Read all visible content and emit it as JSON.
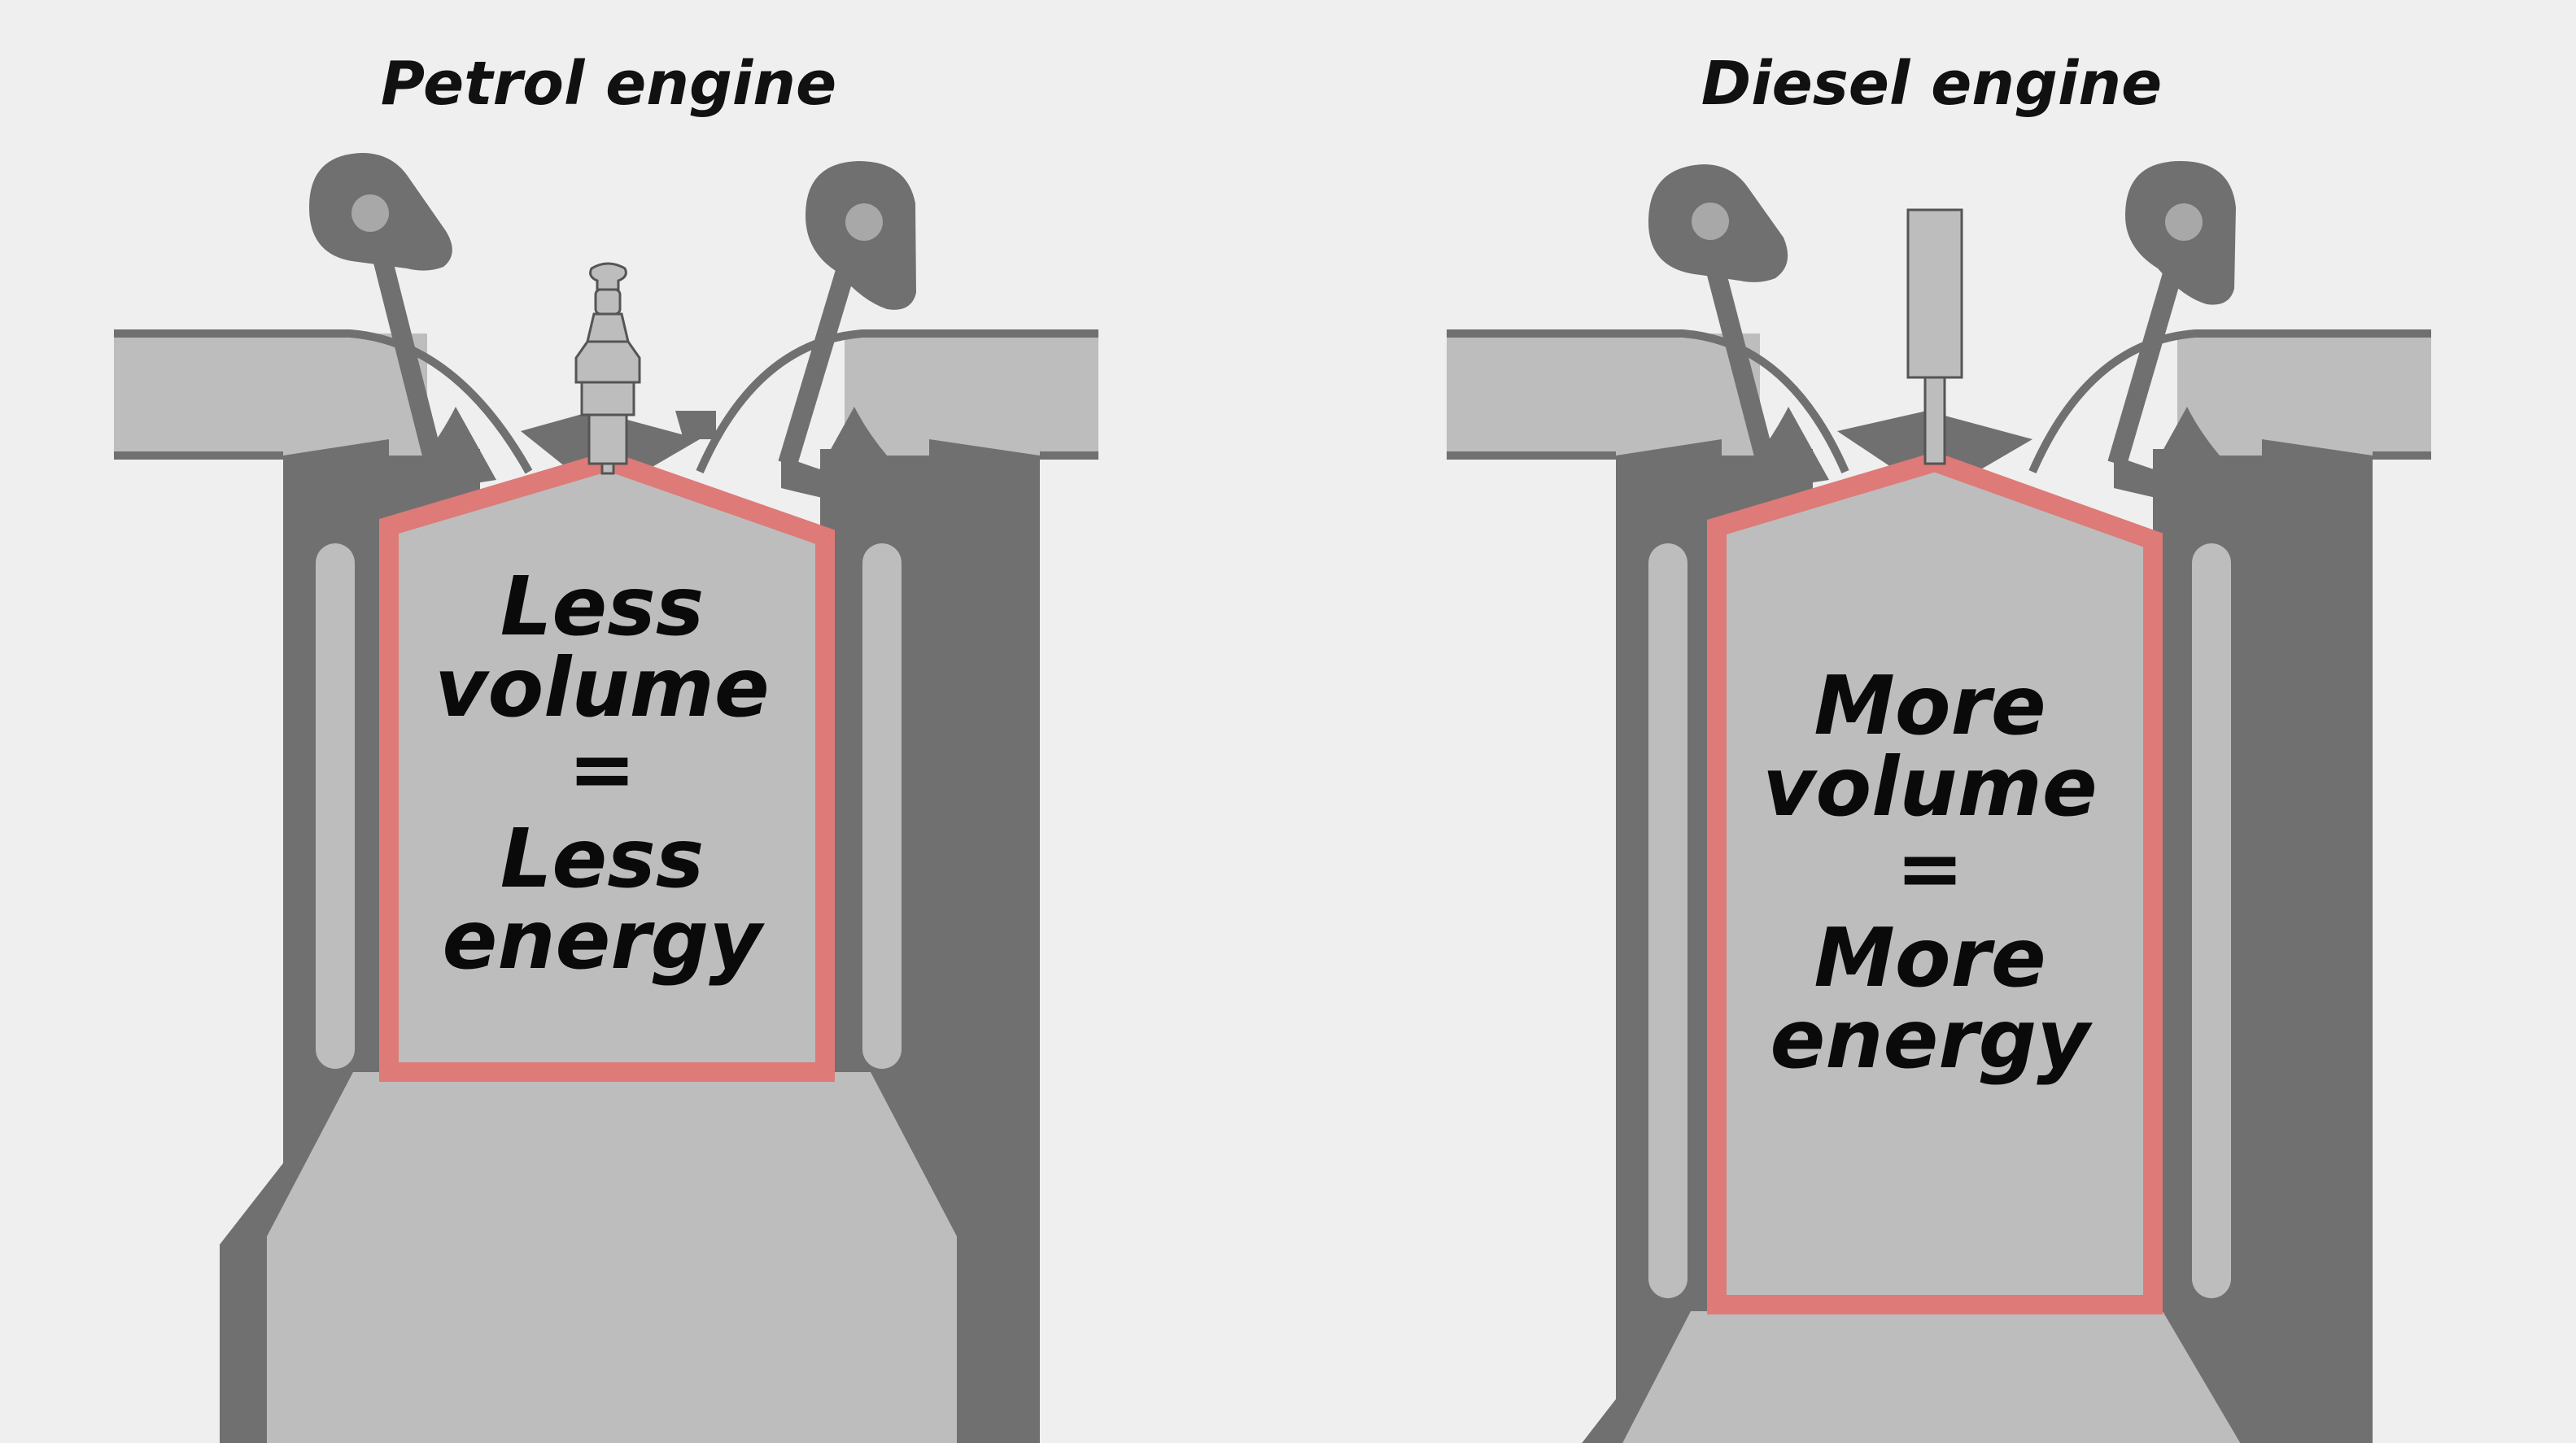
{
  "engines": {
    "petrol": {
      "title": "Petrol engine",
      "label": {
        "line1": "Less",
        "line2": "volume",
        "line3": "=",
        "line4": "Less",
        "line5": "energy"
      }
    },
    "diesel": {
      "title": "Diesel engine",
      "label": {
        "line1": "More",
        "line2": "volume",
        "line3": "=",
        "line4": "More",
        "line5": "energy"
      }
    }
  },
  "colors": {
    "background": "#efefef",
    "engine_dark": "#707070",
    "engine_light": "#bdbdbd",
    "chamber_outline": "#de7a78",
    "text": "#111111"
  }
}
